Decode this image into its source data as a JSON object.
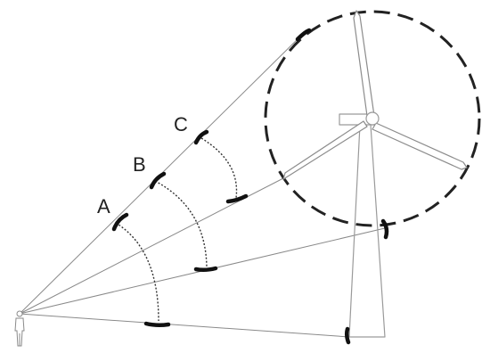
{
  "diagram": {
    "labels": {
      "a": "A",
      "b": "B",
      "c": "C"
    },
    "colors": {
      "line": "#8a8a8a",
      "tower": "#9a9a9a",
      "blade": "#8c8c8c",
      "rotor_circle": "#222222",
      "marker": "#111111",
      "arc": "#333333",
      "label": "#222222"
    }
  }
}
